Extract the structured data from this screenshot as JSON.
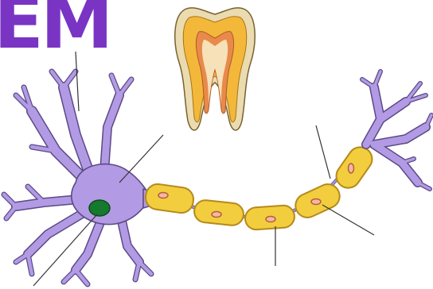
{
  "header": {
    "title_fragment": "EM"
  },
  "colors": {
    "title": "#7a34c4",
    "neuron_body": "#b39ae4",
    "neuron_outline": "#5a4a86",
    "nucleus": "#157a2e",
    "myelin": "#f2cd3d",
    "myelin_outline": "#b58a1a",
    "node_dot": "#d08b6c",
    "tooth_outer": "#e8d6a6",
    "tooth_inner": "#f5be3a",
    "tooth_pulp": "#e88a4a",
    "label_line": "#333333"
  },
  "icons": {
    "neuron": "neuron-illustration",
    "tooth": "tooth-cross-section",
    "nucleus": "nucleus-icon"
  },
  "labels": {
    "pointer_count_text": ""
  }
}
